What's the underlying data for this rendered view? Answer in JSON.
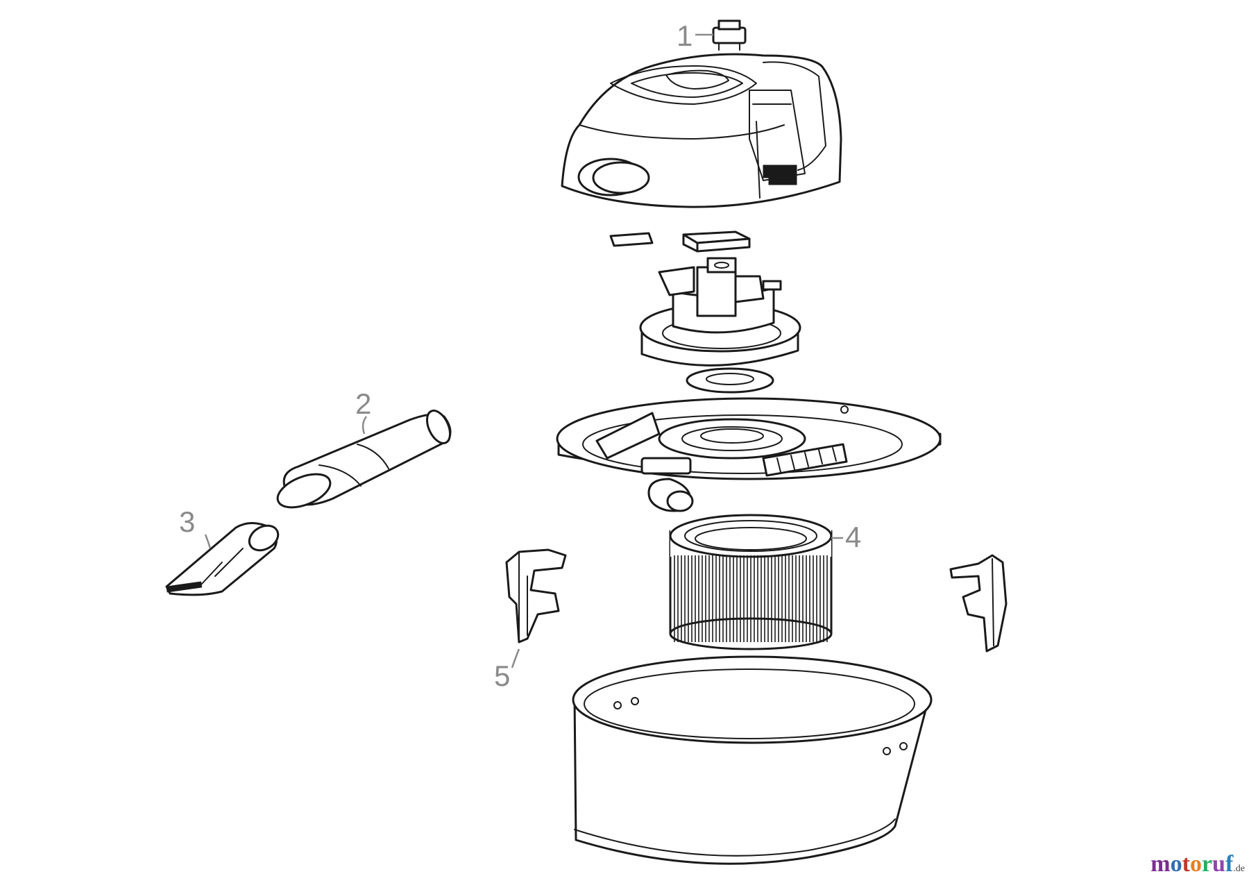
{
  "diagram": {
    "callouts": [
      {
        "id": "1",
        "label": "1"
      },
      {
        "id": "2",
        "label": "2"
      },
      {
        "id": "3",
        "label": "3"
      },
      {
        "id": "4",
        "label": "4"
      },
      {
        "id": "5",
        "label": "5"
      }
    ]
  },
  "watermark": {
    "letters": [
      "m",
      "o",
      "t",
      "o",
      "r",
      "u",
      "f"
    ],
    "letter_colors": [
      "#7b2d8e",
      "#2f6db5",
      "#c0392b",
      "#e67e22",
      "#27ae60",
      "#8e44ad",
      "#2980b9"
    ],
    "suffix": ".de"
  }
}
